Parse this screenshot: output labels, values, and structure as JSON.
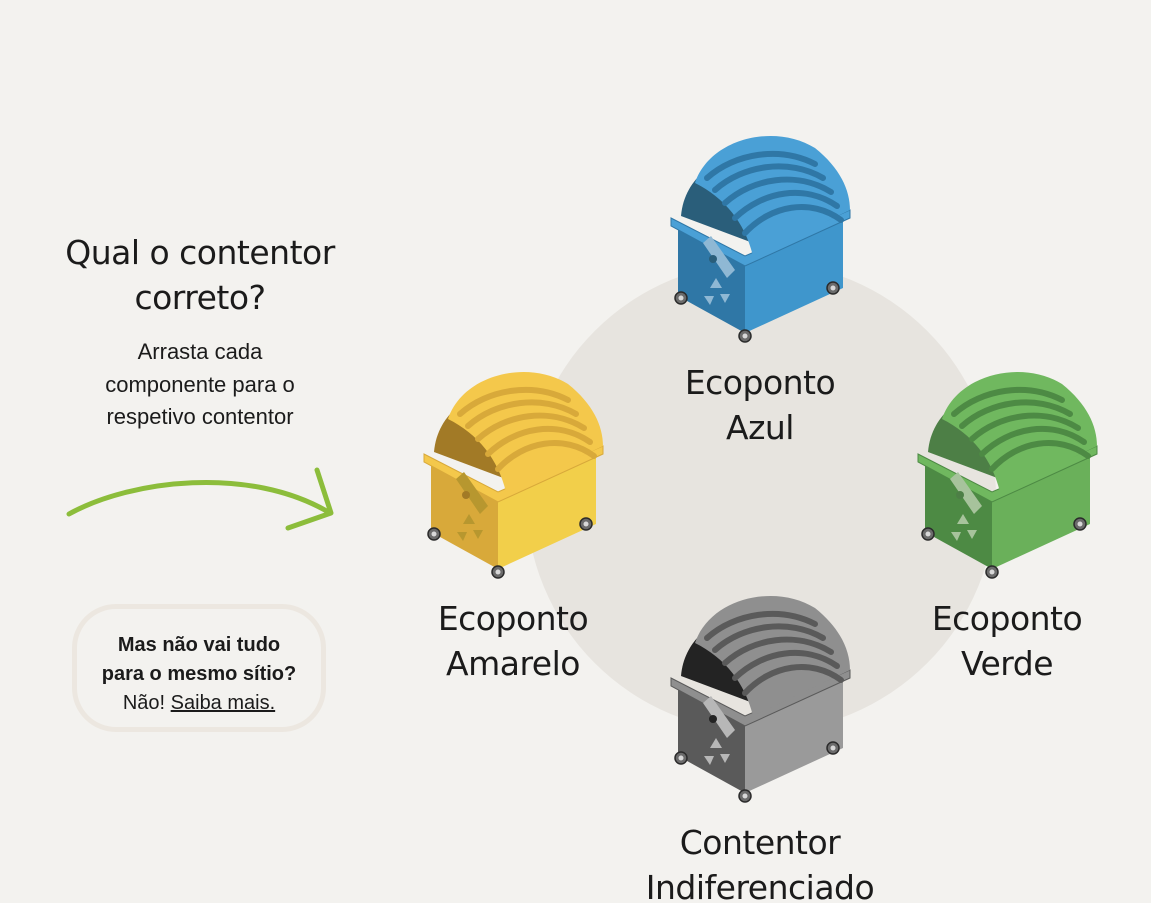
{
  "heading": {
    "line1": "Qual o contentor",
    "line2": "correto?"
  },
  "instructions": {
    "line1": "Arrasta cada",
    "line2": "componente para o",
    "line3": "respetivo contentor"
  },
  "info_box": {
    "line1": "Mas não vai tudo",
    "line2": "para o mesmo sítio?",
    "answer": "Não!",
    "link": "Saiba mais."
  },
  "bins": [
    {
      "id": "blue",
      "line1": "Ecoponto",
      "line2": "Azul",
      "colors": {
        "main": "#3f96cc",
        "dark": "#2f77a6",
        "lid": "#4aa0d6",
        "inner": "#2a5e7a",
        "hinge": "#8fb8d4"
      }
    },
    {
      "id": "yellow",
      "line1": "Ecoponto",
      "line2": "Amarelo",
      "colors": {
        "main": "#f2cf4a",
        "dark": "#d8a93a",
        "lid": "#f4c84b",
        "inner": "#a27a26",
        "hinge": "#b7972f"
      }
    },
    {
      "id": "green",
      "line1": "Ecoponto",
      "line2": "Verde",
      "colors": {
        "main": "#6ab05a",
        "dark": "#4d8a44",
        "lid": "#70b85f",
        "inner": "#4d7f46",
        "hinge": "#a7c39c"
      }
    },
    {
      "id": "gray",
      "line1": "Contentor",
      "line2": "Indiferenciado",
      "colors": {
        "main": "#9a9a9a",
        "dark": "#5a5a5a",
        "lid": "#8f8f8f",
        "inner": "#232323",
        "hinge": "#b7b7b7"
      }
    }
  ],
  "colors": {
    "background": "#f3f2ef",
    "circle": "#e7e4df",
    "arrow": "#8cbd3b",
    "info_border": "#ece7e0"
  }
}
